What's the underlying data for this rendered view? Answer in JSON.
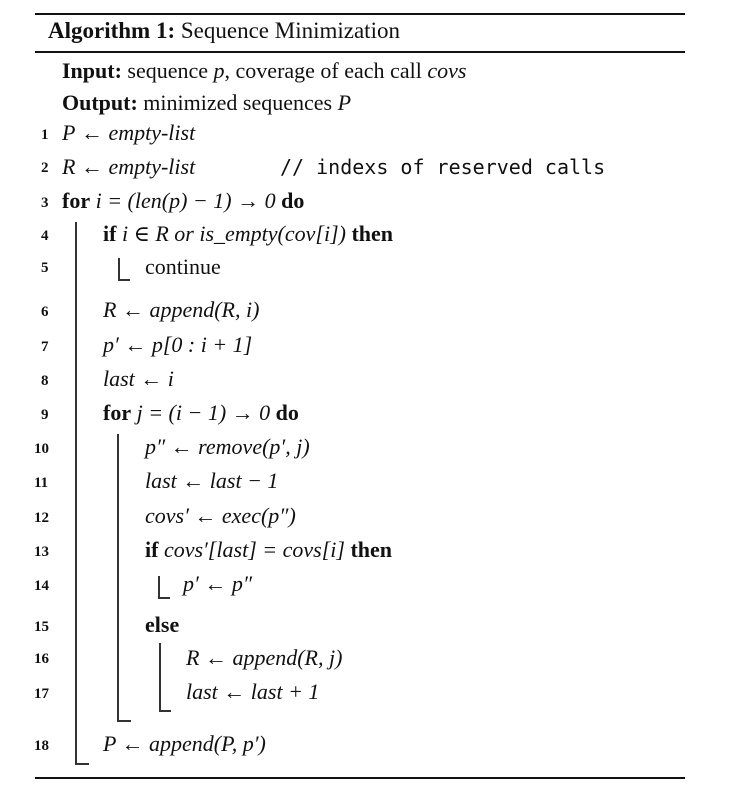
{
  "algorithm": {
    "label": "Algorithm 1:",
    "title": "Sequence Minimization",
    "input_label": "Input:",
    "input_text_1": "sequence ",
    "input_var_p": "p",
    "input_text_2": ", coverage of each call ",
    "input_var_covs": "covs",
    "output_label": "Output:",
    "output_text": "minimized sequences ",
    "output_var": "P"
  },
  "lines": [
    {
      "num": "1",
      "lhs": "P",
      "arrow": " ← ",
      "rhs": "empty-list"
    },
    {
      "num": "2",
      "lhs": "R",
      "arrow": " ← ",
      "rhs": "empty-list",
      "comment": "// indexs of reserved calls"
    },
    {
      "num": "3",
      "kw1": "for",
      "expr": " i = (len(p) − 1) → 0 ",
      "kw2": "do"
    },
    {
      "num": "4",
      "kw1": "if",
      "expr": " i ∈ R or is_empty(cov[i]) ",
      "kw2": "then"
    },
    {
      "num": "5",
      "text": "continue"
    },
    {
      "num": "6",
      "text": "R ← append(R, i)"
    },
    {
      "num": "7",
      "text": "p′ ← p[0 : i + 1]"
    },
    {
      "num": "8",
      "text": "last ← i"
    },
    {
      "num": "9",
      "kw1": "for",
      "expr": " j = (i − 1) → 0 ",
      "kw2": "do"
    },
    {
      "num": "10",
      "text": "p″ ← remove(p′, j)"
    },
    {
      "num": "11",
      "text": "last ← last − 1"
    },
    {
      "num": "12",
      "text": "covs′ ← exec(p″)"
    },
    {
      "num": "13",
      "kw1": "if",
      "expr": " covs′[last] = covs[i] ",
      "kw2": "then"
    },
    {
      "num": "14",
      "text": "p′ ← p″"
    },
    {
      "num": "15",
      "kw1": "else"
    },
    {
      "num": "16",
      "text": "R ← append(R, j)"
    },
    {
      "num": "17",
      "text": "last ← last + 1"
    },
    {
      "num": "18",
      "text": "P ← append(P, p′)"
    }
  ]
}
